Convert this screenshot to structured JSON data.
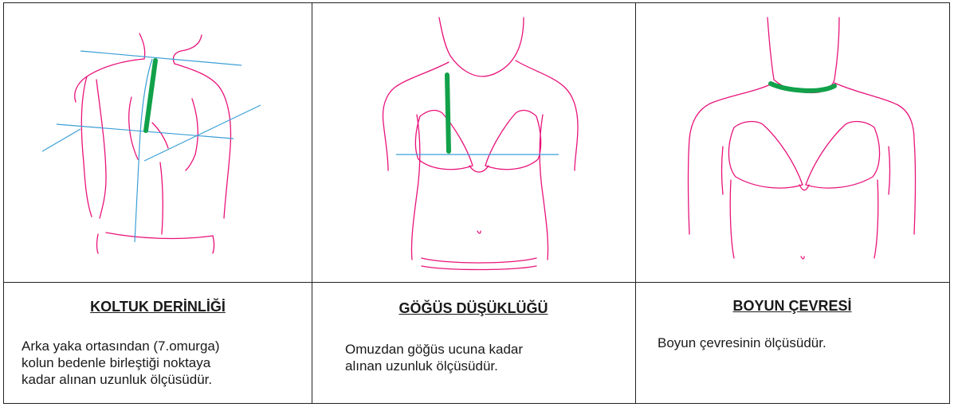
{
  "colors": {
    "body_line": "#e8137b",
    "guide_line": "#3a9fd6",
    "measure_line": "#11a14a",
    "border": "#222222"
  },
  "panels": [
    {
      "title": "KOLTUK DERİNLİĞİ",
      "text": "Arka yaka ortasından (7.omurga)\nkolun bedenle birleştiği noktaya\nkadar alınan uzunluk ölçüsüdür."
    },
    {
      "title": "GÖĞÜS DÜŞÜKLÜĞÜ",
      "text": "Omuzdan göğüs ucuna kadar\nalınan uzunluk ölçüsüdür."
    },
    {
      "title": "BOYUN ÇEVRESİ",
      "text": "Boyun çevresinin ölçüsüdür."
    }
  ]
}
